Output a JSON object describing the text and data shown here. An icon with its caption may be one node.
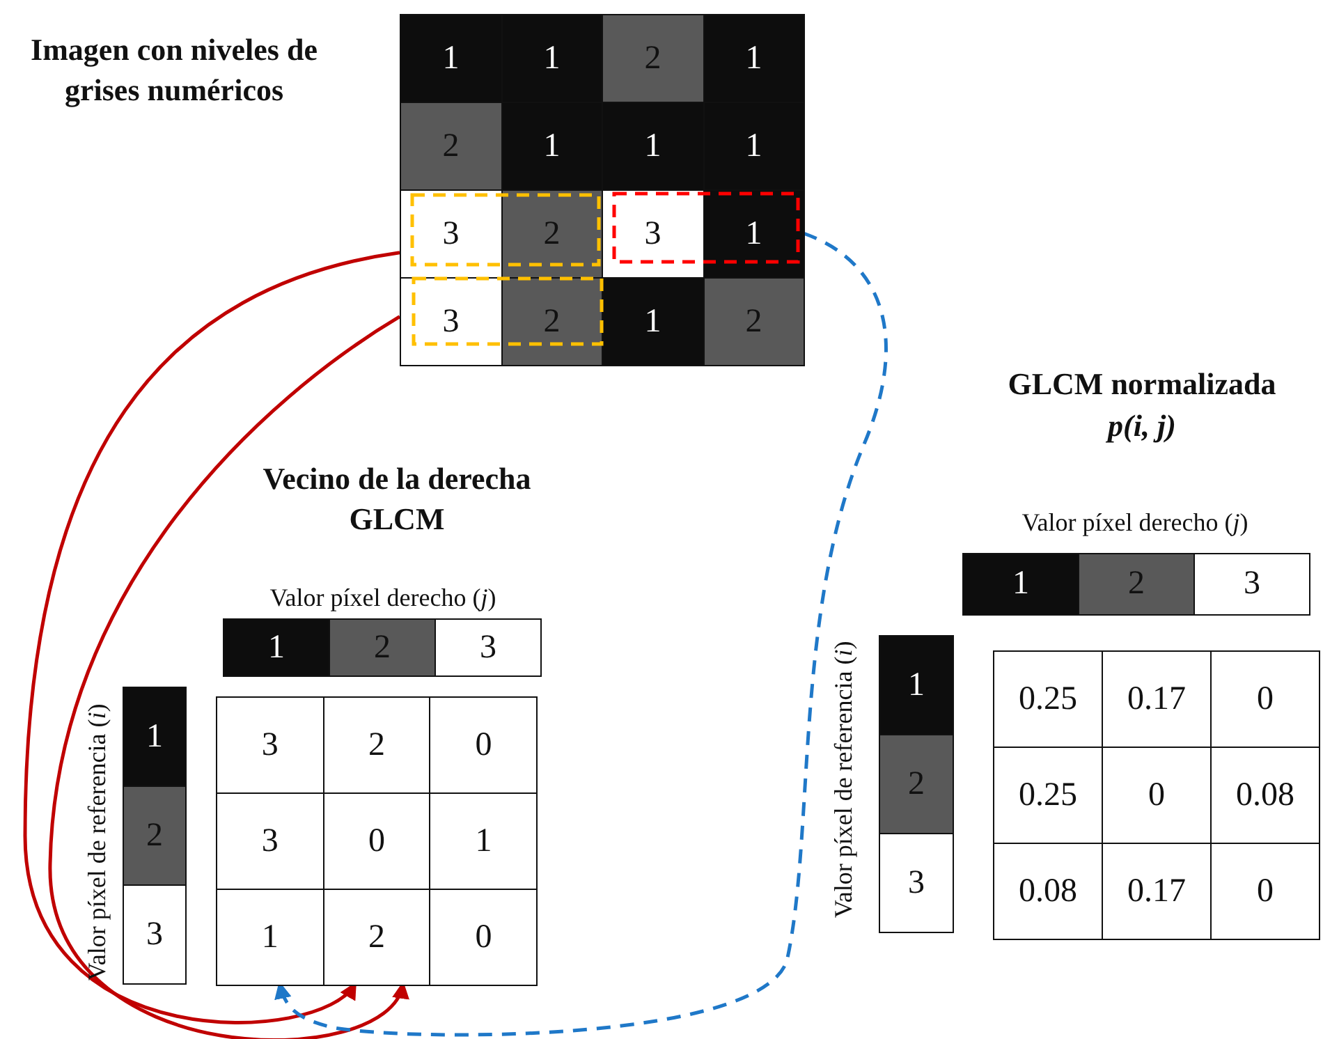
{
  "diagram": {
    "nodes": [
      {
        "text": [
          "1"
        ]
      },
      {
        "text": [
          "1"
        ]
      },
      {
        "text": [
          "2"
        ]
      },
      {
        "text": [
          "1"
        ]
      },
      {
        "text": [
          "2"
        ]
      },
      {
        "text": [
          "1"
        ]
      },
      {
        "text": [
          "1"
        ]
      },
      {
        "text": [
          "1"
        ]
      },
      {
        "text": [
          "3"
        ]
      },
      {
        "text": [
          "2"
        ]
      },
      {
        "text": [
          "3"
        ]
      },
      {
        "text": [
          "1"
        ]
      },
      {
        "text": [
          "3"
        ]
      },
      {
        "text": [
          "2"
        ]
      },
      {
        "text": [
          "1"
        ]
      },
      {
        "text": [
          "2"
        ]
      },
      {
        "text": [
          "1"
        ]
      },
      {
        "text": [
          "2"
        ]
      },
      {
        "text": [
          "3"
        ]
      },
      {
        "text": [
          "1"
        ]
      },
      {
        "text": [
          "2"
        ]
      },
      {
        "text": [
          "3"
        ]
      },
      {
        "text": [
          "3"
        ]
      },
      {
        "text": [
          "2"
        ]
      },
      {
        "text": [
          "0"
        ]
      },
      {
        "text": [
          "3"
        ]
      },
      {
        "text": [
          "0"
        ]
      },
      {
        "text": [
          "1"
        ]
      },
      {
        "text": [
          "1"
        ]
      },
      {
        "text": [
          "2"
        ]
      },
      {
        "text": [
          "0"
        ]
      },
      {
        "text": [
          "1"
        ]
      },
      {
        "text": [
          "2"
        ]
      },
      {
        "text": [
          "3"
        ]
      },
      {
        "text": [
          "1"
        ]
      },
      {
        "text": [
          "2"
        ]
      },
      {
        "text": [
          "3"
        ]
      },
      {
        "text": [
          "0.25"
        ]
      },
      {
        "text": [
          "0.17"
        ]
      },
      {
        "text": [
          "0"
        ]
      },
      {
        "text": [
          "0.25"
        ]
      },
      {
        "text": [
          "0"
        ]
      },
      {
        "text": [
          "0.08"
        ]
      },
      {
        "text": [
          "0.08"
        ]
      },
      {
        "text": [
          "0.17"
        ]
      },
      {
        "text": [
          "0"
        ]
      }
    ],
    "edges": [
      {
        "from": 8,
        "to": 29,
        "arrow": "to"
      },
      {
        "from": 12,
        "to": 29,
        "arrow": "to"
      },
      {
        "from": 11,
        "to": 28,
        "arrow": "to",
        "style": "dashed",
        "color": "#1f78c8"
      }
    ],
    "labels": [
      "Imagen con niveles de grises numéricos",
      "GLCM normalizada",
      "p(i, j)",
      "Vecino de la derecha GLCM",
      "Valor píxel derecho (*j*)",
      "Valor píxel derecho (*j*)",
      "Valor píxel de referencia (*i*)",
      "Valor píxel de referencia (*i*)"
    ]
  }
}
